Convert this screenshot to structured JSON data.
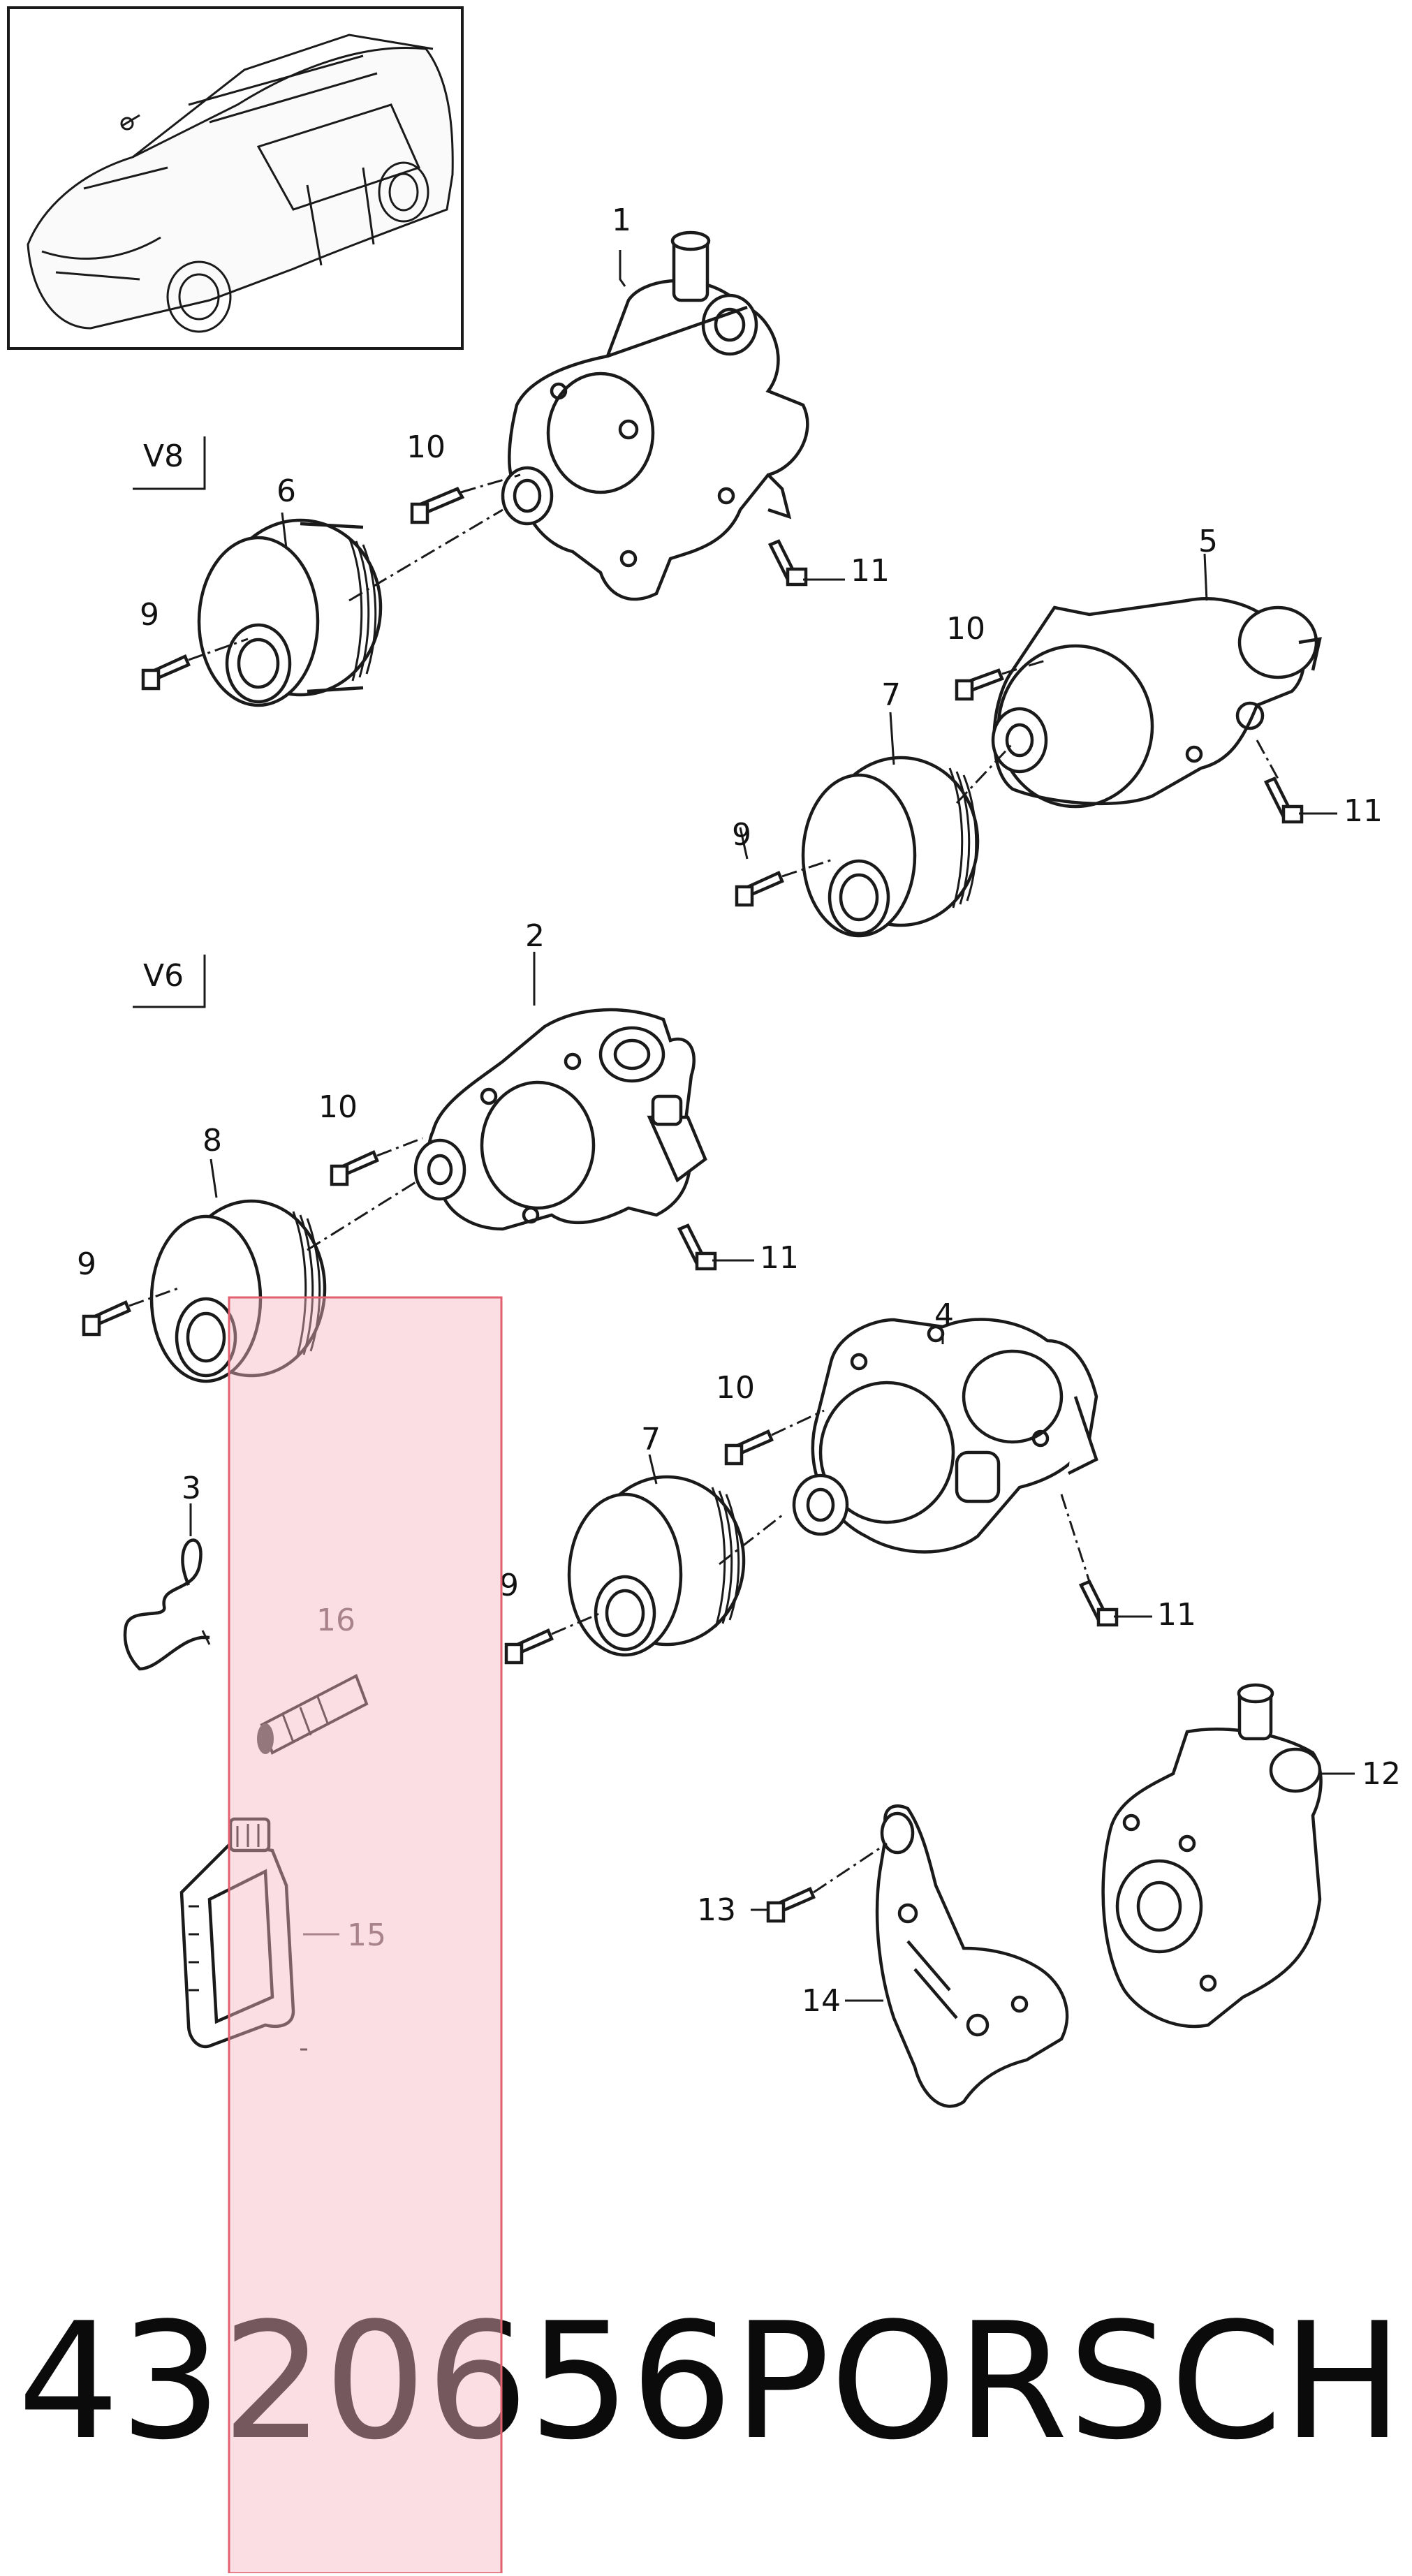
{
  "callouts": {
    "c1": "1",
    "c2": "2",
    "c3": "3",
    "c4": "4",
    "c5": "5",
    "c6": "6",
    "c7a": "7",
    "c7b": "7",
    "c8": "8",
    "c9a": "9",
    "c9b": "9",
    "c9c": "9",
    "c9d": "9",
    "c10a": "10",
    "c10b": "10",
    "c10c": "10",
    "c10d": "10",
    "c11a": "11",
    "c11b": "11",
    "c11c": "11",
    "c11d": "11",
    "c12": "12",
    "c13": "13",
    "c14": "14",
    "c15": "15",
    "c16": "16"
  },
  "variants": {
    "v8": "V8",
    "v6": "V6"
  },
  "part_number": "4320656",
  "brand": "PORSCHE",
  "colors": {
    "highlight_fill": "#f8d7de",
    "highlight_stroke": "#e2606f",
    "line": "#1a1a1a"
  }
}
